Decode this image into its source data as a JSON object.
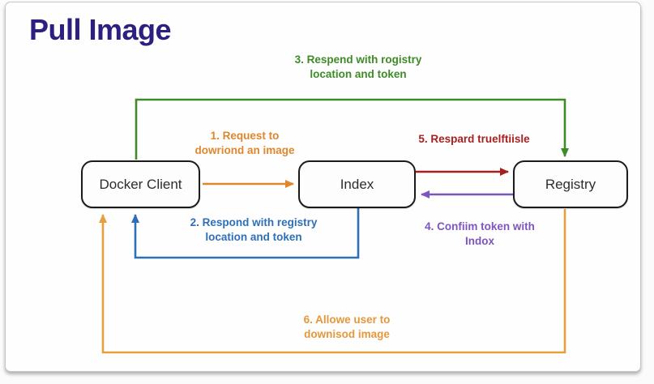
{
  "title": "Pull Image",
  "nodes": [
    {
      "id": "docker-client",
      "label": "Docker Client"
    },
    {
      "id": "index",
      "label": "Index"
    },
    {
      "id": "registry",
      "label": "Registry"
    }
  ],
  "arrows": [
    {
      "step": 1,
      "from": "docker-client",
      "to": "index",
      "color": "#e0862c",
      "label": "1. Request to\ndowriond an image"
    },
    {
      "step": 2,
      "from": "index",
      "to": "docker-client",
      "color": "#2e6fb7",
      "label": "2. Respond with registry\nlocation and token"
    },
    {
      "step": 3,
      "from": "docker-client",
      "to": "registry",
      "color": "#3e8b28",
      "label": "3. Respend with rogistry\nlocation and token"
    },
    {
      "step": 4,
      "from": "registry",
      "to": "index",
      "color": "#7e55c0",
      "label": "4. Confiim token with\nIndox"
    },
    {
      "step": 5,
      "from": "index",
      "to": "registry",
      "color": "#a81f1f",
      "label": "5. Respard truelftiisle"
    },
    {
      "step": 6,
      "from": "registry",
      "to": "docker-client",
      "color": "#e5a03c",
      "label": "6. Allowe user to\ndownisod image"
    }
  ],
  "colors": {
    "title": "#2b2080",
    "node_border": "#1b1b1b",
    "card_border": "#c6c6c6"
  }
}
